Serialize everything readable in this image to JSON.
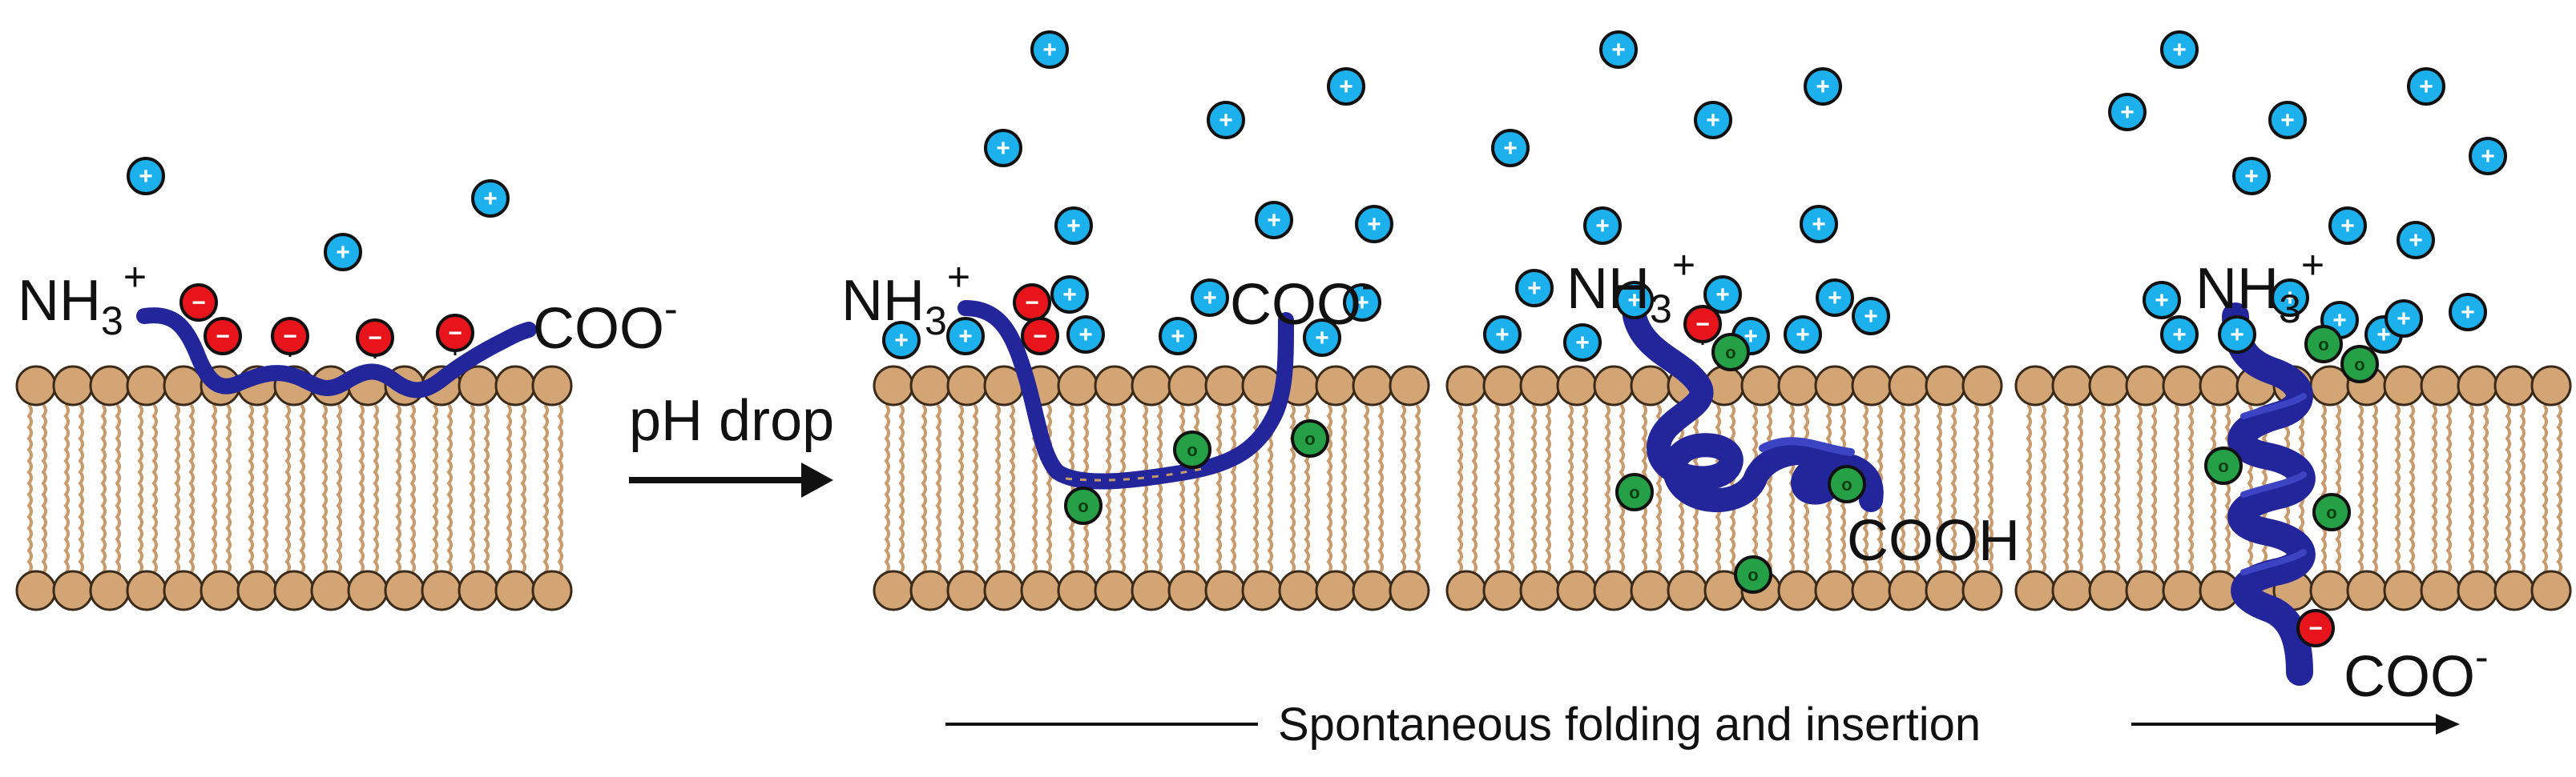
{
  "colors": {
    "lipid_head": "#d4a574",
    "lipid_tail": "#c99a6b",
    "lipid_outline": "#3a2a1a",
    "peptide": "#23259a",
    "peptide_light": "#3d44c4",
    "cation": "#1cb0ec",
    "anion": "#e8141c",
    "neutral": "#25a046",
    "arrow": "#111111"
  },
  "icons": {
    "cation": "plus-ion-icon",
    "anion": "minus-ion-icon",
    "neutral": "neutral-ion-icon"
  },
  "ion_symbols": {
    "cation": "+",
    "anion": "−",
    "neutral": "o"
  },
  "panels": [
    {
      "state": "surface-bound",
      "n_terminus": {
        "base": "NH",
        "subscript": "3",
        "charge": "+"
      },
      "c_terminus": {
        "base": "COO",
        "charge": "-"
      }
    },
    {
      "state": "partially-inserted",
      "n_terminus": {
        "base": "NH",
        "subscript": "3",
        "charge": "+"
      },
      "c_terminus": {
        "base": "COO",
        "charge": "-"
      }
    },
    {
      "state": "folding",
      "n_terminus": {
        "base": "NH",
        "subscript": "3",
        "charge": "+"
      },
      "c_terminus": {
        "base": "COOH",
        "charge": ""
      }
    },
    {
      "state": "transmembrane-helix",
      "n_terminus": {
        "base": "NH",
        "subscript": "3",
        "charge": "+"
      },
      "c_terminus": {
        "base": "COO",
        "charge": "-"
      }
    }
  ],
  "arrows": {
    "ph_label": "pH drop",
    "process_label": "Spontaneous folding and insertion"
  }
}
